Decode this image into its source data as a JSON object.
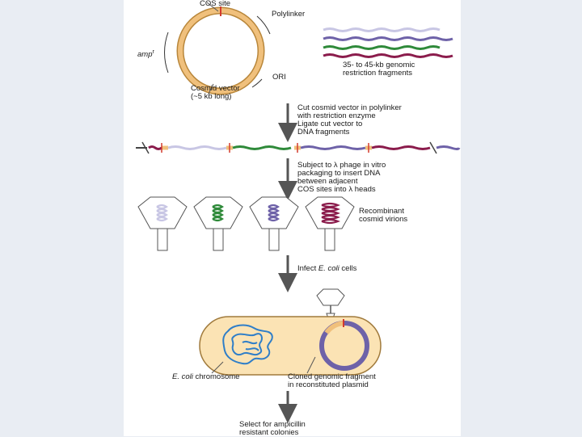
{
  "colors": {
    "vector": "#f0c07c",
    "vector_stroke": "#b8863a",
    "marker_red": "#d23a2e",
    "frag_light": "#c8c6e4",
    "frag_purple": "#6e62a8",
    "frag_green": "#2f8a3a",
    "frag_maroon": "#8b1c4c",
    "chromosome_blue": "#2f7ec8",
    "plasmid_purple": "#6e62a8",
    "cell_fill": "#fbe3b4",
    "cell_stroke": "#a07a3c"
  },
  "labels": {
    "cos_site": "COS site",
    "polylinker": "Polylinker",
    "ampr": "amp",
    "ampr_sup": "r",
    "ori": "ORI",
    "vector_line1": "Cosmid vector",
    "vector_line2": "(~5 kb long)",
    "fragments_line1": "35- to 45-kb genomic",
    "fragments_line2": "restriction fragments",
    "step1_line1": "Cut cosmid vector in polylinker",
    "step1_line2": "with restriction enzyme",
    "step1_line3": "Ligate cut vector to",
    "step1_line4": "DNA fragments",
    "step2_line1": "Subject to λ phage in vitro",
    "step2_line2": "packaging to insert DNA",
    "step2_line3": "between adjacent",
    "step2_line4": "COS sites into λ heads",
    "virions_line1": "Recombinant",
    "virions_line2": "cosmid virions",
    "step3_prefix": "Infect ",
    "step3_italic": "E. coli",
    "step3_suffix": " cells",
    "chromosome_italic": "E. coli",
    "chromosome_suffix": " chromosome",
    "plasmid_line1": "Cloned genomic fragment",
    "plasmid_line2": "in reconstituted plasmid",
    "step4_line1": "Select for ampicillin",
    "step4_line2": "resistant colonies"
  },
  "virions": [
    {
      "insert_color": "frag_light"
    },
    {
      "insert_color": "frag_green"
    },
    {
      "insert_color": "frag_purple"
    },
    {
      "insert_color": "frag_maroon"
    }
  ]
}
